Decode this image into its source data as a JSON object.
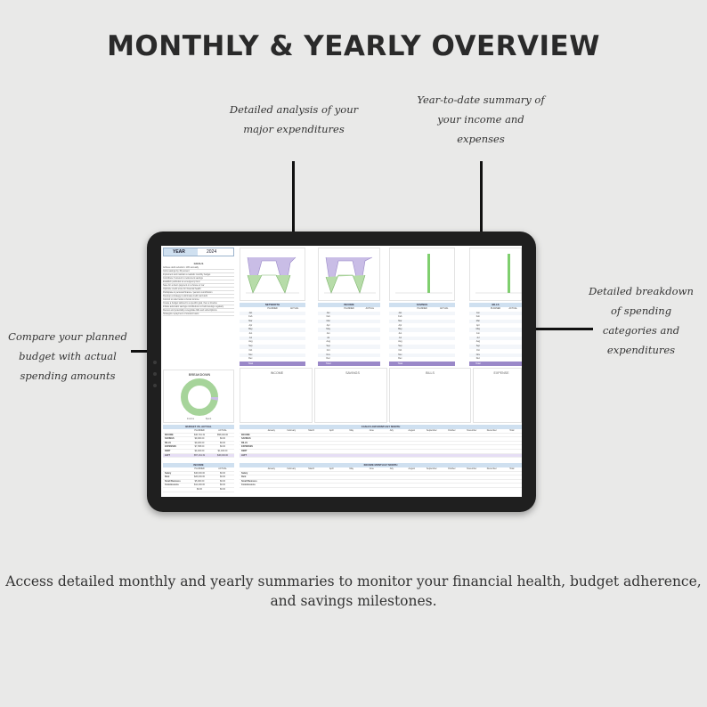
{
  "headline": "MONTHLY & YEARLY OVERVIEW",
  "callouts": {
    "expenditures": "Detailed analysis of your major expenditures",
    "ytd": "Year-to-date summary of your income and expenses",
    "breakdown": "Detailed breakdown of spending categories and expenditures",
    "compare": "Compare your planned budget with actual spending amounts"
  },
  "footer": "Access detailed monthly and yearly summaries to monitor your financial health, budget adherence, and savings milestones.",
  "colors": {
    "background": "#e9e9e8",
    "lilac": "#c9bde6",
    "green": "#b7dca9",
    "header_blue": "#cfe0f0",
    "total_purple": "#9a88c8"
  },
  "screen": {
    "year_label": "YEAR",
    "year_value": "2024",
    "goals_title": "GOALS",
    "goals": [
      "Achieve debt reduction: 10% annually",
      "Grow savings by 15 percent",
      "Implement and maintain a realistic monthly budget",
      "Contribute X amount to retirement savings",
      "Establish particular an emergency fund",
      "Save for a down payment on a house or car",
      "Optimize credit score for financial health",
      "Participate in personal finance / pension contribution",
      "Develop a strategy to eliminate credit card debt",
      "Commit to side hustle to boost income",
      "Create a budget tailored to a specific goal, then a timeline",
      "Initiate automatic savings contributions to build savings regularly",
      "Review and potentially renegotiate bills and subscriptions",
      "Strategize repayment of student loans"
    ],
    "section_titles": [
      "NETWORTH",
      "INCOME",
      "SAVINGS",
      "BILLS"
    ],
    "column_headers": [
      "PLANNED",
      "ACTUAL"
    ],
    "months": [
      "Jan",
      "Feb",
      "Mar",
      "Apr",
      "May",
      "Jun",
      "Jul",
      "Aug",
      "Sep",
      "Oct",
      "Nov",
      "Dec"
    ],
    "total_label": "Total",
    "captions": [
      "INCOME",
      "SAVINGS",
      "BILLS",
      "EXPENSE"
    ],
    "breakdown_title": "BREAKDOWN",
    "legend": [
      "Income",
      "Spent"
    ],
    "budget_vs_actual": {
      "title": "BUDGET VS. ACTUAL",
      "headers": [
        "PLANNED",
        "ACTUAL"
      ],
      "rows": [
        [
          "INCOME",
          "$46,794.19",
          "$58,000.00"
        ],
        [
          "SAVINGS",
          "$9,000.00",
          "$0.00"
        ],
        [
          "BILLS",
          "$9,200.00",
          "$0.00"
        ],
        [
          "EXPENSES",
          "$7,358.00",
          "$0.00"
        ],
        [
          "DEBT",
          "$4,400.00",
          "$1,400.00"
        ],
        [
          "LEFT",
          "$57,134.19",
          "$46,000.00"
        ]
      ]
    },
    "cashflow": {
      "title": "CASH FLOW MONTH BY MONTH",
      "months": [
        "January",
        "February",
        "March",
        "April",
        "May",
        "June",
        "July",
        "August",
        "September",
        "October",
        "November",
        "December",
        "Total"
      ],
      "rows": [
        "INCOME",
        "SAVINGS",
        "BILLS",
        "EXPENSES",
        "DEBT",
        "LEFT"
      ]
    },
    "income_table": {
      "title": "INCOME",
      "headers": [
        "PLANNED",
        "ACTUAL"
      ],
      "rows": [
        [
          "Salary",
          "$40,000.00",
          "$0.00"
        ],
        [
          "Rent",
          "$26,000.00",
          "$0.00"
        ],
        [
          "Small Business",
          "$5,000.00",
          "$0.00"
        ],
        [
          "Commissions",
          "$12,400.00",
          "$0.00"
        ],
        [
          "",
          "$0.00",
          "$0.00"
        ]
      ]
    },
    "income_by_month": {
      "title": "INCOME MONTH BY MONTH",
      "rows": [
        "Salary",
        "Rent",
        "Small Business",
        "Commissions"
      ]
    }
  }
}
